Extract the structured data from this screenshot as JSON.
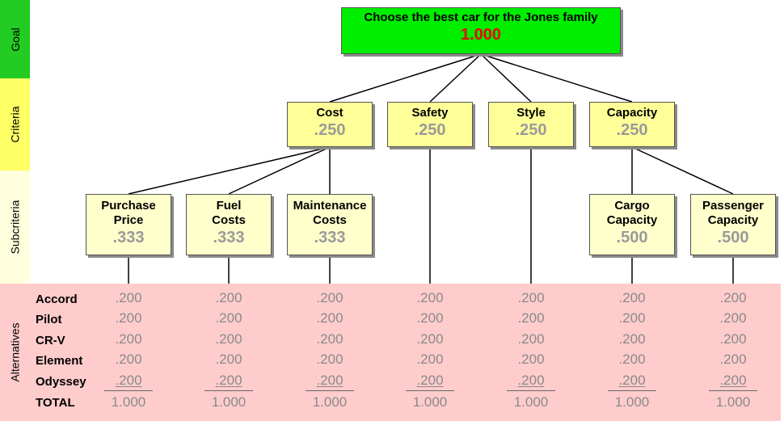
{
  "bands": {
    "goal": {
      "label": "Goal",
      "color": "#22cc22"
    },
    "criteria": {
      "label": "Criteria",
      "color": "#ffff66"
    },
    "subcriteria": {
      "label": "Subcriteria",
      "color": "#ffffdd"
    },
    "alternatives": {
      "label": "Alternatives",
      "color": "#ffcccc"
    }
  },
  "goal": {
    "title": "Choose the best car for the Jones family",
    "value": "1.000"
  },
  "criteria": [
    {
      "title": "Cost",
      "value": ".250"
    },
    {
      "title": "Safety",
      "value": ".250"
    },
    {
      "title": "Style",
      "value": ".250"
    },
    {
      "title": "Capacity",
      "value": ".250"
    }
  ],
  "subcriteria": [
    {
      "title": "Purchase Price",
      "value": ".333"
    },
    {
      "title": "Fuel Costs",
      "value": ".333"
    },
    {
      "title": "Maintenance Costs",
      "value": ".333"
    },
    {
      "title": "Cargo Capacity",
      "value": ".500"
    },
    {
      "title": "Passenger Capacity",
      "value": ".500"
    }
  ],
  "alternatives": {
    "names": [
      "Accord",
      "Pilot",
      "CR-V",
      "Element",
      "Odyssey"
    ],
    "total_label": "TOTAL",
    "columns": [
      {
        "values": [
          ".200",
          ".200",
          ".200",
          ".200",
          ".200"
        ],
        "total": "1.000"
      },
      {
        "values": [
          ".200",
          ".200",
          ".200",
          ".200",
          ".200"
        ],
        "total": "1.000"
      },
      {
        "values": [
          ".200",
          ".200",
          ".200",
          ".200",
          ".200"
        ],
        "total": "1.000"
      },
      {
        "values": [
          ".200",
          ".200",
          ".200",
          ".200",
          ".200"
        ],
        "total": "1.000"
      },
      {
        "values": [
          ".200",
          ".200",
          ".200",
          ".200",
          ".200"
        ],
        "total": "1.000"
      },
      {
        "values": [
          ".200",
          ".200",
          ".200",
          ".200",
          ".200"
        ],
        "total": "1.000"
      },
      {
        "values": [
          ".200",
          ".200",
          ".200",
          ".200",
          ".200"
        ],
        "total": "1.000"
      }
    ]
  }
}
